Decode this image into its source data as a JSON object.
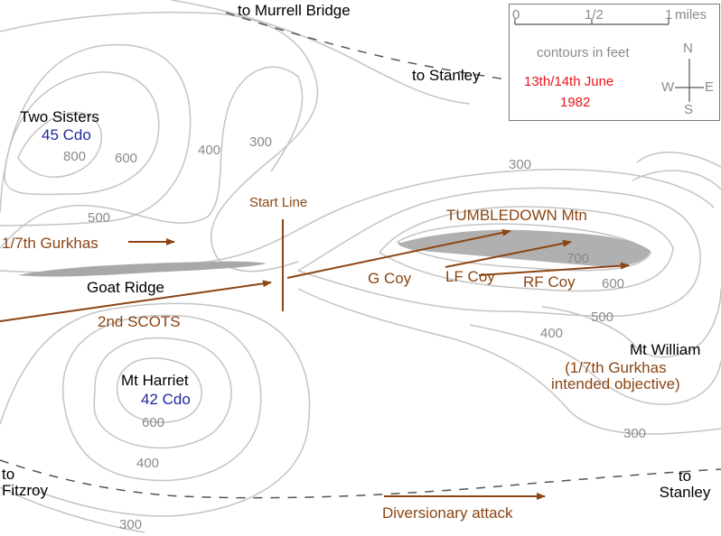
{
  "roads": {
    "to_murrell_bridge": "to Murrell Bridge",
    "to_stanley_north": "to Stanley",
    "to_fitzroy": "to\nFitzroy",
    "to_stanley_south": "to\nStanley"
  },
  "features": {
    "two_sisters": "Two Sisters",
    "goat_ridge": "Goat Ridge",
    "mt_harriet": "Mt Harriet",
    "tumbledown": "TUMBLEDOWN Mtn",
    "mt_william": "Mt William"
  },
  "units": {
    "cdo_45": "45 Cdo",
    "cdo_42": "42 Cdo",
    "gurkhas": "1/7th Gurkhas",
    "scots": "2nd SCOTS",
    "start_line": "Start Line",
    "g_coy": "G Coy",
    "lf_coy": "LF Coy",
    "rf_coy": "RF Coy",
    "gurkha_objective": "(1/7th Gurkhas\nintended objective)",
    "diversion": "Diversionary attack"
  },
  "contours": {
    "c800": "800",
    "c600_ts": "600",
    "c500_ts": "500",
    "c400_n": "400",
    "c300_n": "300",
    "c300_e": "300",
    "c700": "700",
    "c600_tm": "600",
    "c500_mw": "500",
    "c400_mw": "400",
    "c300_se": "300",
    "c600_mh": "600",
    "c400_mh": "400",
    "c300_s": "300"
  },
  "legend": {
    "scale_0": "0",
    "scale_half": "1/2",
    "scale_1": "1",
    "scale_unit": "miles",
    "contours_note": "contours in feet",
    "date_line1": "13th/14th June",
    "date_line2": "1982",
    "compass_n": "N",
    "compass_s": "S",
    "compass_e": "E",
    "compass_w": "W"
  },
  "colors": {
    "contour": "#c4c4c4",
    "road": "#555555",
    "arrow": "#8b4513",
    "unit_blue": "#1f2a9a",
    "date_red": "#e8141b"
  }
}
